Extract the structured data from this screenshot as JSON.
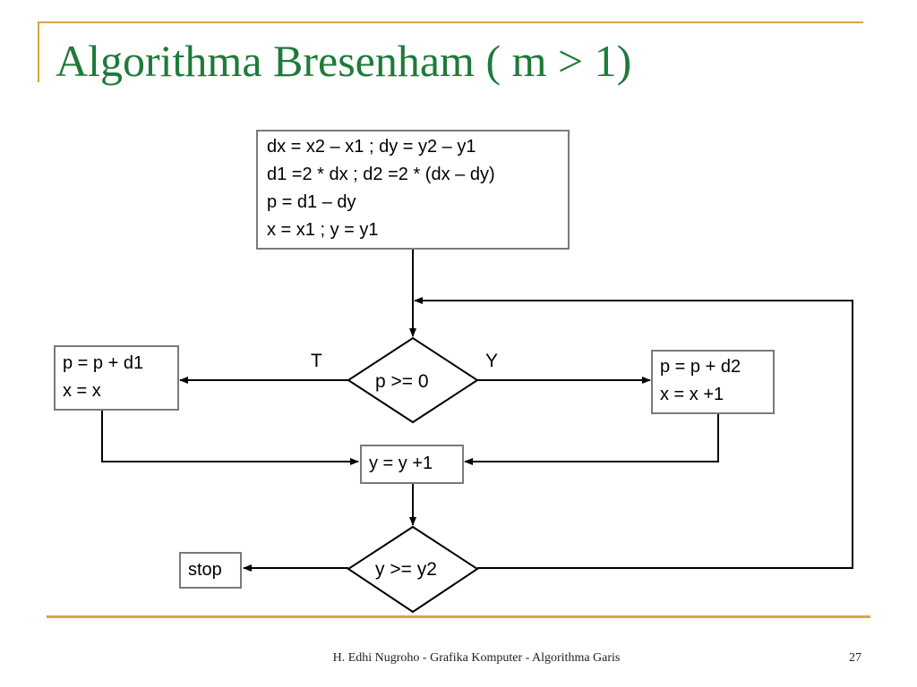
{
  "slide": {
    "title": "Algorithma Bresenham ( m > 1)",
    "footer": "H. Edhi Nugroho - Grafika Komputer - Algorithma Garis",
    "page_number": "27"
  },
  "flowchart": {
    "init_box": {
      "lines": [
        "dx = x2 – x1 ; dy = y2 – y1",
        "d1 =2 * dx ; d2 =2 * (dx – dy)",
        "p = d1 – dy",
        "x = x1 ; y = y1"
      ]
    },
    "decision_p": {
      "label": "p >= 0"
    },
    "branch_false": {
      "label": "T",
      "lines": [
        "p = p + d1",
        "x = x"
      ]
    },
    "branch_true": {
      "label": "Y",
      "lines": [
        "p = p + d2",
        "x = x +1"
      ]
    },
    "increment_box": {
      "label": "y = y +1"
    },
    "decision_y": {
      "label": "y >= y2"
    },
    "stop_box": {
      "label": "stop"
    }
  },
  "colors": {
    "title": "#1f7a3a",
    "accent_rule": "#d9a441",
    "box_border": "#7a7a7a",
    "lines": "#000000"
  }
}
